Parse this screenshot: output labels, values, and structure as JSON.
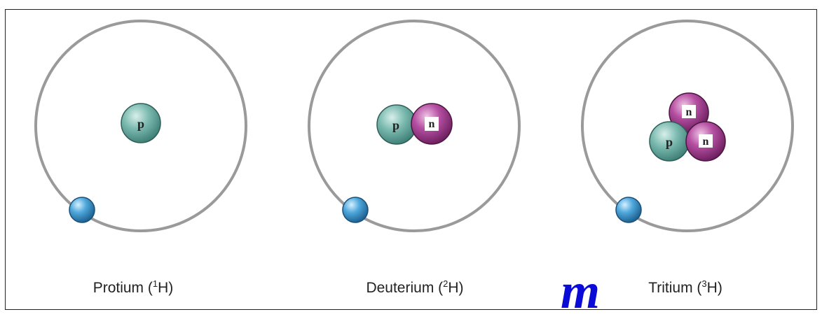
{
  "atoms": [
    {
      "name": "Protium",
      "mass": "1",
      "element": "H",
      "nucleons": [
        "p"
      ]
    },
    {
      "name": "Deuterium",
      "mass": "2",
      "element": "H",
      "nucleons": [
        "p",
        "n"
      ]
    },
    {
      "name": "Tritium",
      "mass": "3",
      "element": "H",
      "nucleons": [
        "n",
        "p",
        "n"
      ]
    }
  ],
  "watermark": "m",
  "colors": {
    "proton": "#6fb3aa",
    "neutron": "#b03f9c",
    "electron": "#3a9bd4",
    "orbit": "#9a9a9a"
  }
}
